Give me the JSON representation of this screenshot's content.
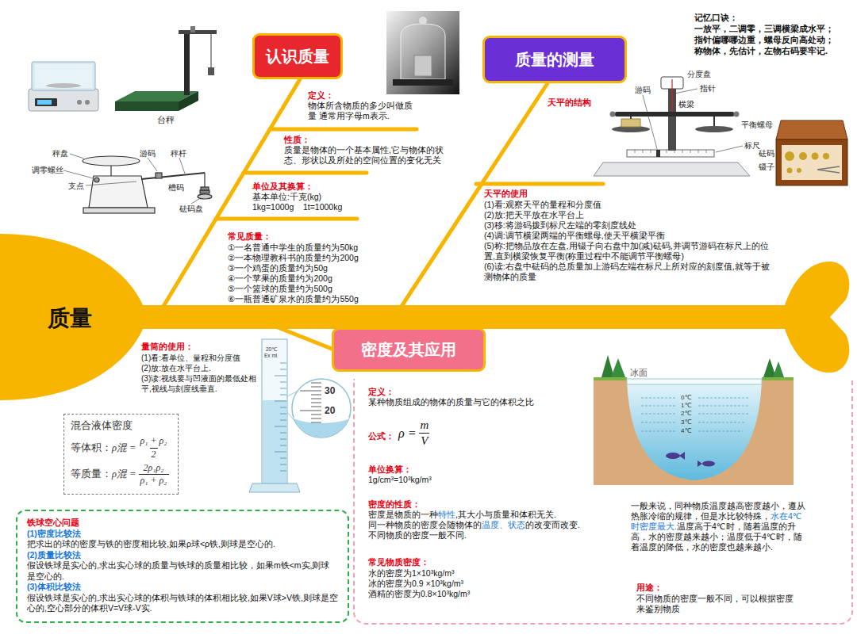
{
  "diagram": {
    "nodes": [
      {
        "text": [
          "质量"
        ]
      },
      {
        "text": [
          "认识质量"
        ]
      },
      {
        "text": [
          "质量的测量"
        ]
      },
      {
        "text": [
          "密度及其应用"
        ]
      },
      {
        "text": [
          "定义：",
          "某种物质组成的物体的质量与它的体积之比",
          "公式：",
          "ρ =",
          "m",
          "V",
          "单位换算：",
          "1g/cm³=10³kg/m³",
          "密度的性质：",
          "密度是物质的一种",
          "特性",
          ",其大小与质量和体积无关.",
          "同一种物质的密度会随物体的",
          "温度、状态",
          "的改变而改变.",
          "不同物质的密度一般不同.",
          "常见物质密度：",
          "水的密度为1×10³kg/m³",
          "冰的密度为0.9 ×10³kg/m³",
          "酒精的密度为0.8×10³kg/m³",
          "一般来说，同种物质温度越高密度越小，遵从热胀冷缩的规律，但是水比较特殊，",
          "水在4℃时密度最大.",
          "温度高于4℃时，随着温度的升高，水的密度越来越小；温度低于4℃时，随着温度的降低，水的密度也越来越小.",
          "用途：",
          "不同物质的密度一般不同，可以根据密度来鉴别物质"
        ]
      },
      {
        "text": [
          "混合液体密度",
          "等体积：",
          "ρ混 =",
          "ρ₁ + ρ₂",
          "2",
          "等质量：",
          "ρ混 =",
          "2ρ₁ρ₂",
          "ρ₁ + ρ₂"
        ]
      },
      {
        "text": [
          "铁球空心问题",
          "(1)密度比较法",
          "把求出的球的密度与铁的密度相比较,如果ρ球<ρ铁,则球是空心的.",
          "(2)质量比较法",
          "假设铁球是实心的,求出实心球的质量与铁球的质量相比较，如果m铁<m实,则球是空心的.",
          "(3)体积比较法",
          "假设铁球是实心的,求出实心球的体积与铁球的体积相比较,如果V球>V铁,则球是空心的,空心部分的体积V=V球-V实."
        ]
      }
    ],
    "labels": [
      "台秤",
      "秤盘",
      "游码",
      "秤杆",
      "调零螺丝",
      "支点",
      "槽码",
      "砝码盘",
      "定义：",
      "物体所含物质的多少叫做质量 通常用字母m表示.",
      "性质：",
      "质量是物体的一个基本属性,它与物体的状态、形状以及所处的空间位置的变化无关",
      "单位及其换算：",
      "基本单位:千克(kg)",
      "1kg=1000g    1t=1000kg",
      "常见质量：",
      "①一名普通中学生的质量约为50kg",
      "②一本物理教科书的质量约为200g",
      "③一个鸡蛋的质量约为50g",
      "④一个苹果的质量约为200g",
      "⑤一个篮球的质量约为500g",
      "⑥一瓶普通矿泉水的质量约为550g",
      "记忆口诀：",
      "一放平，二调零，三调横梁成水平；",
      "指针偏哪哪边重，螺母反向高处动；",
      "称物体，先估计，左物右码要牢记.",
      "天平的结构",
      "分度盘",
      "游码",
      "指针",
      "横梁",
      "平衡螺母",
      "标尺",
      "砝码",
      "镊子",
      "天平的使用",
      "(1)看:观察天平的量程和分度值",
      "(2)放:把天平放在水平台上",
      "(3)移:将游码拨到标尺左端的零刻度线处",
      "(4)调:调节横梁两端的平衡螺母,使天平横梁平衡",
      "(5)称:把物品放在左盘,用镊子向右盘中加(减)砝码,并调节游码在标尺上的位置,直到横梁恢复平衡(称重过程中不能调节平衡螺母)",
      "(6)读:右盘中砝码的总质量加上游码左端在标尺上所对应的刻度值,就等于被测物体的质量",
      "量筒的使用：",
      "(1)看:看单位、量程和分度值",
      "(2)放:放在水平台上.",
      "(3)读:视线要与凹液面的最低处相平,视线与刻度线垂直.",
      "20℃",
      "Ex ml",
      "30",
      "20",
      "冰面",
      "0℃",
      "1℃",
      "2℃",
      "3℃",
      "4℃"
    ]
  }
}
